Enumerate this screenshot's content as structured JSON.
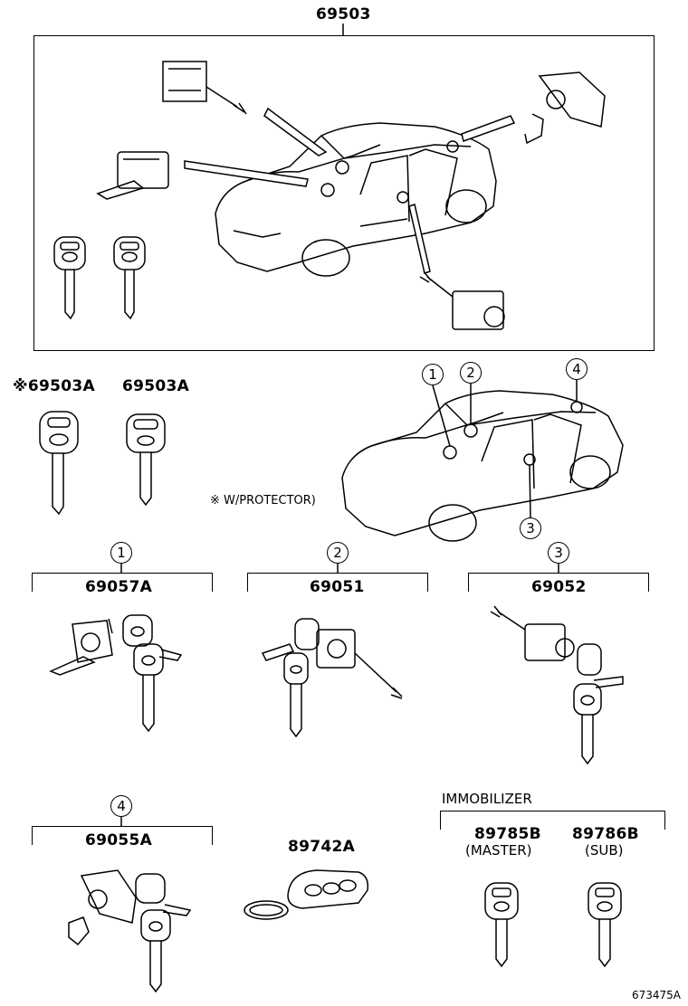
{
  "top_group": {
    "part_number": "69503"
  },
  "key_set": {
    "marked_prefix": "※",
    "key1_number": "69503A",
    "key2_number": "69503A",
    "protector_note": "※ W/PROTECTOR)"
  },
  "callouts": [
    "1",
    "2",
    "3",
    "4"
  ],
  "panels": [
    {
      "callout": "1",
      "part_number": "69057A"
    },
    {
      "callout": "2",
      "part_number": "69051"
    },
    {
      "callout": "3",
      "part_number": "69052"
    },
    {
      "callout": "4",
      "part_number": "69055A"
    }
  ],
  "transmitter": {
    "part_number": "89742A"
  },
  "immobilizer": {
    "title": "IMMOBILIZER",
    "master": {
      "part_number": "89785B",
      "note": "(MASTER)"
    },
    "sub": {
      "part_number": "89786B",
      "note": "(SUB)"
    }
  },
  "figure_id": "673475A"
}
